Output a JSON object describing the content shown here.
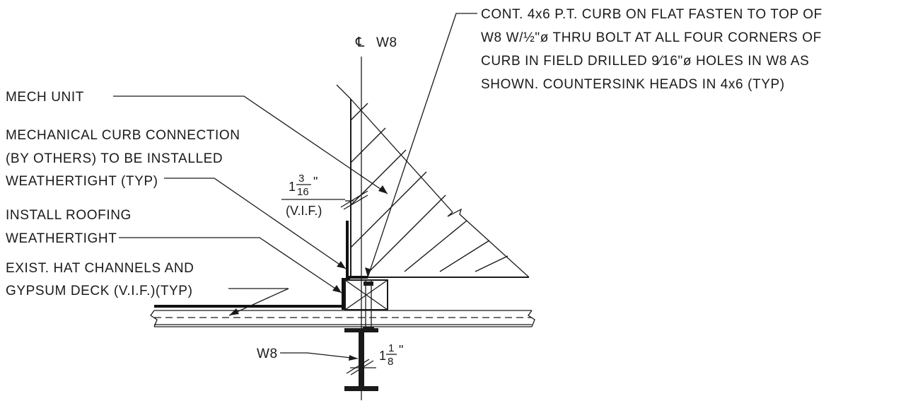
{
  "notes": {
    "curb_note": {
      "line1": "CONT. 4x6 P.T. CURB ON FLAT FASTEN TO TOP OF",
      "line2": "W8 W/½\"ø THRU BOLT AT ALL FOUR CORNERS OF",
      "line3": "CURB IN FIELD DRILLED 9⁄16\"ø HOLES IN W8 AS",
      "line4": "SHOWN. COUNTERSINK HEADS IN 4x6 (TYP)"
    },
    "centerline": {
      "symbol": "℄",
      "label": "W8"
    },
    "mech_unit": "MECH UNIT",
    "curb_connection": {
      "line1": "MECHANICAL CURB CONNECTION",
      "line2": "(BY OTHERS) TO BE INSTALLED",
      "line3": "WEATHERTIGHT (TYP)"
    },
    "roofing": {
      "line1": "INSTALL ROOFING",
      "line2": "WEATHERTIGHT"
    },
    "deck": {
      "line1": "EXIST. HAT CHANNELS AND",
      "line2": "GYPSUM DECK (V.I.F.)(TYP)"
    },
    "beam_label": "W8"
  },
  "dimensions": {
    "curb_gap": {
      "whole": "1",
      "numerator": "3",
      "denominator": "16",
      "unit": "\"",
      "qualifier": "(V.I.F.)"
    },
    "beam_web": {
      "whole": "1",
      "numerator": "1",
      "denominator": "8",
      "unit": "\""
    }
  }
}
